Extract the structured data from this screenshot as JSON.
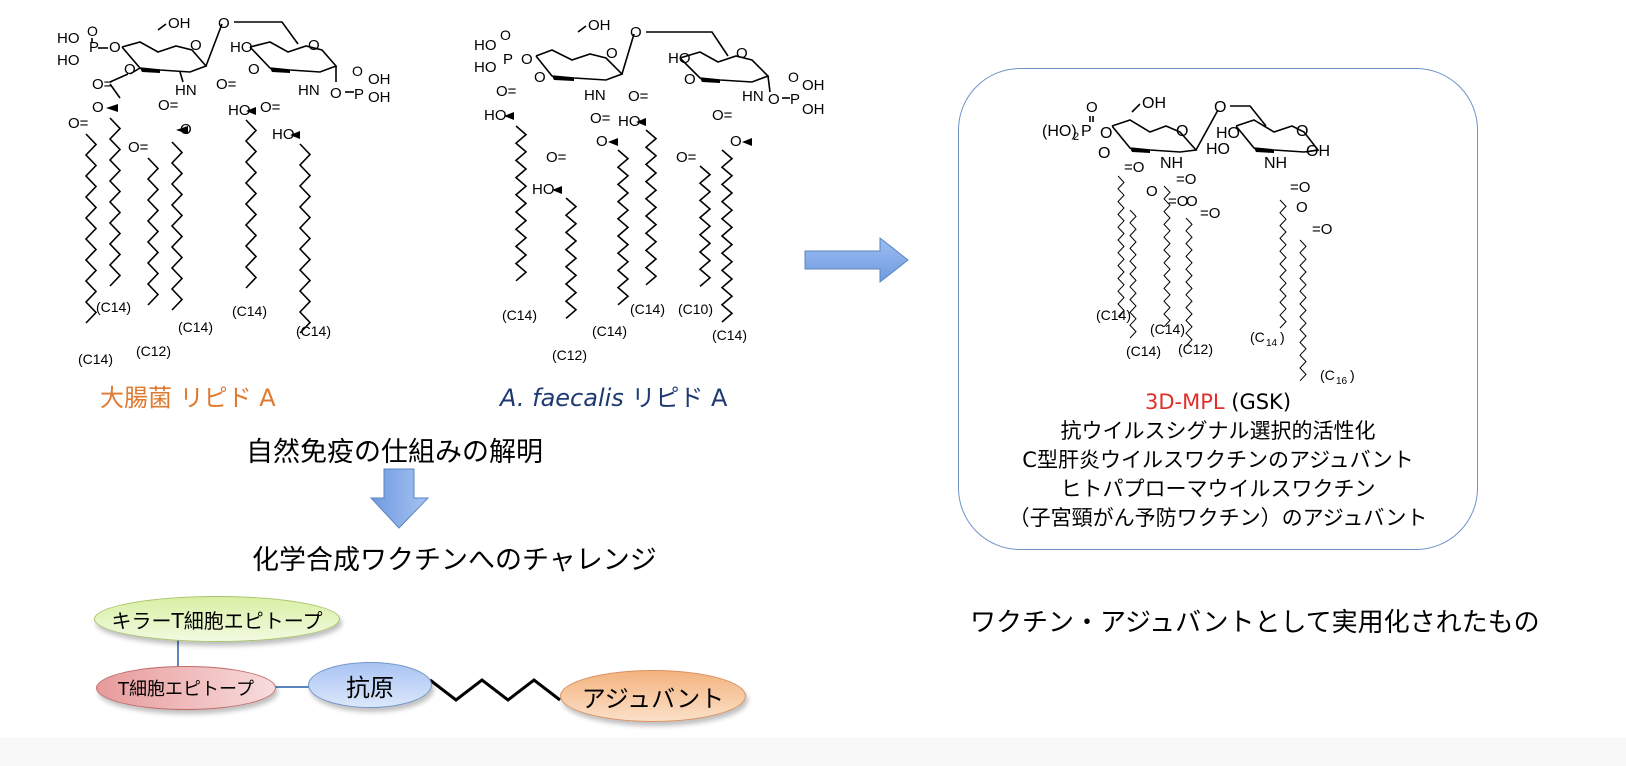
{
  "structures": {
    "ecoli_lipid_a": {
      "title": "大腸菌 リピド A",
      "title_color": "#e07a30",
      "chain_labels": [
        "(C14)",
        "(C14)",
        "(C12)",
        "(C14)",
        "(C14)",
        "(C14)"
      ],
      "ring_labels": [
        "HO",
        "P",
        "O",
        "HO",
        "O",
        "OH",
        "O",
        "O",
        "O",
        "HN",
        "HO",
        "O",
        "O",
        "HN",
        "O",
        "P",
        "OH",
        "OH"
      ]
    },
    "afaecalis_lipid_a": {
      "title_italic": "A. faecalis",
      "title_rest": " リピド A",
      "title_color": "#1f3a73",
      "chain_labels": [
        "(C14)",
        "(C12)",
        "(C14)",
        "(C14)",
        "(C10)",
        "(C14)"
      ]
    },
    "mpl": {
      "chain_labels": [
        "(C14)",
        "(C14)",
        "(C14)",
        "(C12)",
        "(C14)",
        "(C16)"
      ],
      "phosphate_label": "(HO)2P"
    }
  },
  "flow": {
    "heading_mechanism": "自然免疫の仕組みの解明",
    "heading_challenge": "化学合成ワクチンへのチャレンジ",
    "arrow_color": "#6f9be0"
  },
  "mpl_box": {
    "name": "3D-MPL",
    "name_color": "#e0302a",
    "company": " (GSK)",
    "lines": [
      "抗ウイルスシグナル選択的活性化",
      "C型肝炎ウイルスワクチンのアジュバント",
      "ヒトパプローマウイルスワクチン",
      "（子宮頸がん予防ワクチン）のアジュバント"
    ],
    "border_color": "#6f93c7"
  },
  "practical_caption": "ワクチン・アジュバントとして実用化されたもの",
  "vaccine_diagram": {
    "killer_t_epitope": "キラーT細胞エピトープ",
    "t_cell_epitope": "T細胞エピトープ",
    "antigen": "抗原",
    "adjuvant": "アジュバント"
  }
}
